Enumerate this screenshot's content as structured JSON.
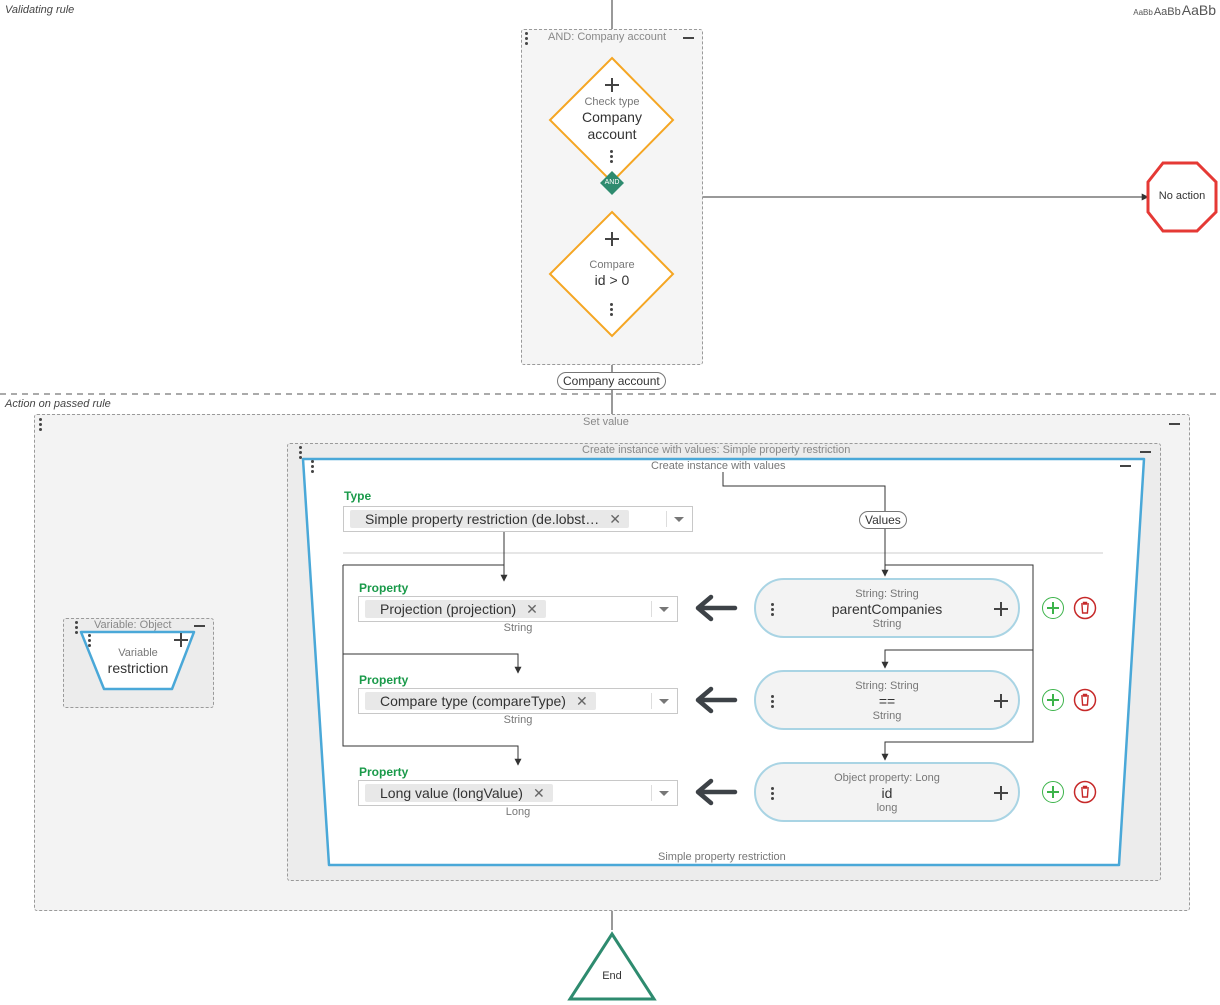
{
  "sections": {
    "validating_label": "Validating rule",
    "action_label": "Action on passed rule"
  },
  "font_sample": [
    "AaBb",
    "AaBb",
    "AaBb"
  ],
  "and_group": {
    "title": "AND: Company account",
    "node1": {
      "type_label": "Check type",
      "line1": "Company",
      "line2": "account"
    },
    "connector": "AND",
    "node2": {
      "type_label": "Compare",
      "line1": "id > 0"
    }
  },
  "no_action": "No action",
  "company_tag": "Company account",
  "set_value": {
    "title": "Set value"
  },
  "variable": {
    "title": "Variable: Object",
    "type_label": "Variable",
    "name": "restriction"
  },
  "create_instance": {
    "outer_title": "Create instance with values: Simple property restriction",
    "inner_title": "Create instance with values",
    "type_label": "Type",
    "type_value": "Simple property restriction (de.lobst…",
    "values_tag": "Values",
    "footer": "Simple property restriction",
    "properties": [
      {
        "label": "Property",
        "value": "Projection (projection)",
        "type": "String",
        "source_title": "String: String",
        "source_value": "parentCompanies",
        "source_type": "String"
      },
      {
        "label": "Property",
        "value": "Compare type (compareType)",
        "type": "String",
        "source_title": "String: String",
        "source_value": "==",
        "source_type": "String"
      },
      {
        "label": "Property",
        "value": "Long value (longValue)",
        "type": "Long",
        "source_title": "Object property: Long",
        "source_value": "id",
        "source_type": "long"
      }
    ]
  },
  "end": "End",
  "colors": {
    "decision_border": "#f5a623",
    "accent_teal": "#2e8b6f",
    "stop_red": "#e53935",
    "container_blue": "#4aa8d8",
    "label_green": "#1a9a4a",
    "delete_red": "#c62828",
    "add_green": "#3cb34a"
  }
}
